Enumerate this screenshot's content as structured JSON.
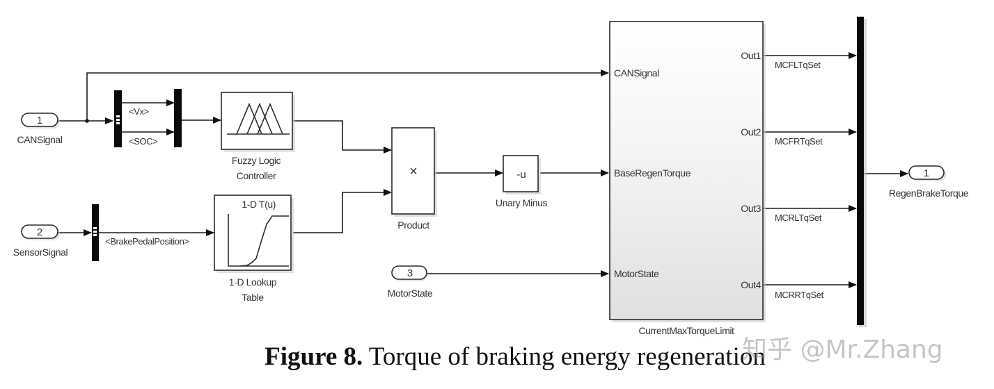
{
  "figure": {
    "caption_label": "Figure 8.",
    "caption_text": " Torque of braking energy regeneration",
    "watermark": "知乎 @Mr.Zhang"
  },
  "inports": [
    {
      "number": "1",
      "name": "CANSignal"
    },
    {
      "number": "2",
      "name": "SensorSignal"
    },
    {
      "number": "3",
      "name": "MotorState"
    }
  ],
  "outport": {
    "number": "1",
    "name": "RegenBrakeTorque"
  },
  "bus_selector_1": {
    "signals": [
      "<Vx>",
      "<SOC>"
    ]
  },
  "bus_selector_2": {
    "signals": [
      "<BrakePedalPosition>"
    ]
  },
  "blocks": {
    "fuzzy": {
      "name_line1": "Fuzzy Logic",
      "name_line2": "Controller"
    },
    "lookup": {
      "title": "1-D T(u)",
      "name_line1": "1-D Lookup",
      "name_line2": "Table"
    },
    "product": {
      "symbol": "×",
      "name": "Product"
    },
    "unary_minus": {
      "symbol": "-u",
      "name": "Unary Minus"
    }
  },
  "subsystem": {
    "name": "CurrentMaxTorqueLimit",
    "inputs": [
      "CANSignal",
      "BaseRegenTorque",
      "MotorState"
    ],
    "outputs": [
      "Out1",
      "Out2",
      "Out3",
      "Out4"
    ]
  },
  "output_signals": [
    "MCFLTqSet",
    "MCFRTqSet",
    "MCRLTqSet",
    "MCRRTqSet"
  ],
  "colors": {
    "wire": "#1a1a1a",
    "bus": "#0a0a0a",
    "subsystem_gradient_top": "#ffffff",
    "subsystem_gradient_bottom": "#e2e2e2"
  }
}
